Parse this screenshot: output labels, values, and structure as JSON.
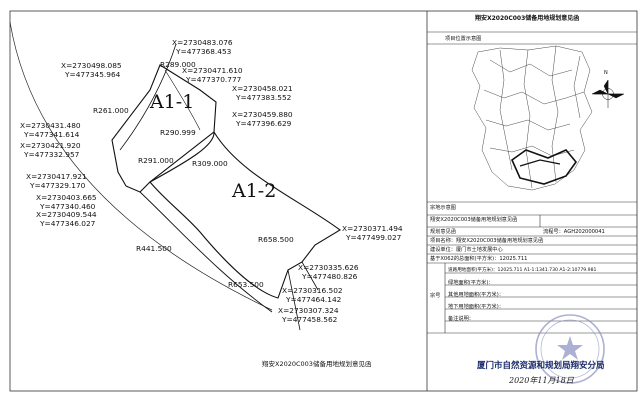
{
  "drawing": {
    "title": "翔安X2020C003储备用地规划意见函",
    "parcel_a1_1": "A1-1",
    "parcel_a1_2": "A1-2",
    "coords": [
      {
        "x": "X=2730483.076",
        "y": "Y=477368.453"
      },
      {
        "x": "X=2730471.610",
        "y": "Y=477370.777"
      },
      {
        "x": "X=2730498.085",
        "y": "Y=477345.964"
      },
      {
        "x": "X=2730458.021",
        "y": "Y=477383.552"
      },
      {
        "x": "X=2730459.880",
        "y": "Y=477396.629"
      },
      {
        "x": "X=2730431.480",
        "y": "Y=477341.614"
      },
      {
        "x": "X=2730421.920",
        "y": "Y=477332.957"
      },
      {
        "x": "X=2730417.921",
        "y": "Y=477329.170"
      },
      {
        "x": "X=2730403.665",
        "y": "Y=477340.460"
      },
      {
        "x": "X=2730409.544",
        "y": "Y=477346.027"
      },
      {
        "x": "X=2730371.494",
        "y": "Y=477499.027"
      },
      {
        "x": "X=2730335.626",
        "y": "Y=477480.826"
      },
      {
        "x": "X=2730316.502",
        "y": "Y=477464.142"
      },
      {
        "x": "X=2730307.324",
        "y": "Y=477458.562"
      }
    ],
    "radii": [
      "R289.000",
      "R261.000",
      "R290.999",
      "R291.000",
      "R309.000",
      "R441.500",
      "R658.500",
      "R653.500"
    ]
  },
  "panel": {
    "header": "翔安X2020C003储备用地规划意见函",
    "location_label": "项目位置示意图",
    "site_label": "宗地示意图",
    "title_box": "翔安X2020C003储备用地规划意见函",
    "opinion_label": "规划意见函",
    "serial_label": "流程号：AGH202000041",
    "project_name": "项目名称：翔安X2020C003储备用地规划意见函",
    "applicant": "建设单位：厦门市土地发展中心",
    "total_area": "基于X062的总面积(平方米)：12025.711",
    "row_area": "道路用地面积(平方米)：12025.711 A1-1:1341.730 A1-2:10779.981",
    "row_green": "绿地面积(平方米)：",
    "row_other": "其他用地面积(平方米)：",
    "row_under": "地下用地面积(平方米)：",
    "row_note": "备注说明：",
    "side_label": "宗号",
    "agency": "厦门市自然资源和规划局翔安分局",
    "date": "2020年11月18日"
  },
  "colors": {
    "line": "#1a1a1a",
    "stamp": "#8a8fc0",
    "signature": "#1a2a6a"
  }
}
